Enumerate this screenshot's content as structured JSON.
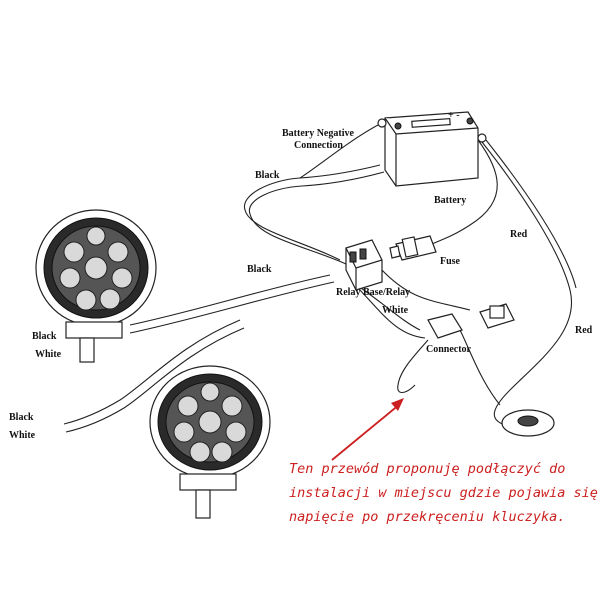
{
  "labels": {
    "battery_negative": [
      "Battery Negative",
      "Connection"
    ],
    "battery": "Battery",
    "black_top": "Black",
    "black_mid": "Black",
    "red_top": "Red",
    "red_right": "Red",
    "fuse": "Fuse",
    "relay": "Relay Base/Relay",
    "white_mid": "White",
    "connector": "Connector",
    "lamp1_black": "Black",
    "lamp1_white": "White",
    "tail_black": "Black",
    "tail_white": "White",
    "battery_terminals": "+ - "
  },
  "annotation": {
    "lines": [
      "Ten przewód proponuję podłączyć do",
      "instalacji w miejscu gdzie pojawia się",
      "napięcie po przekręceniu kluczyka."
    ],
    "color": "#cc1f1f"
  }
}
